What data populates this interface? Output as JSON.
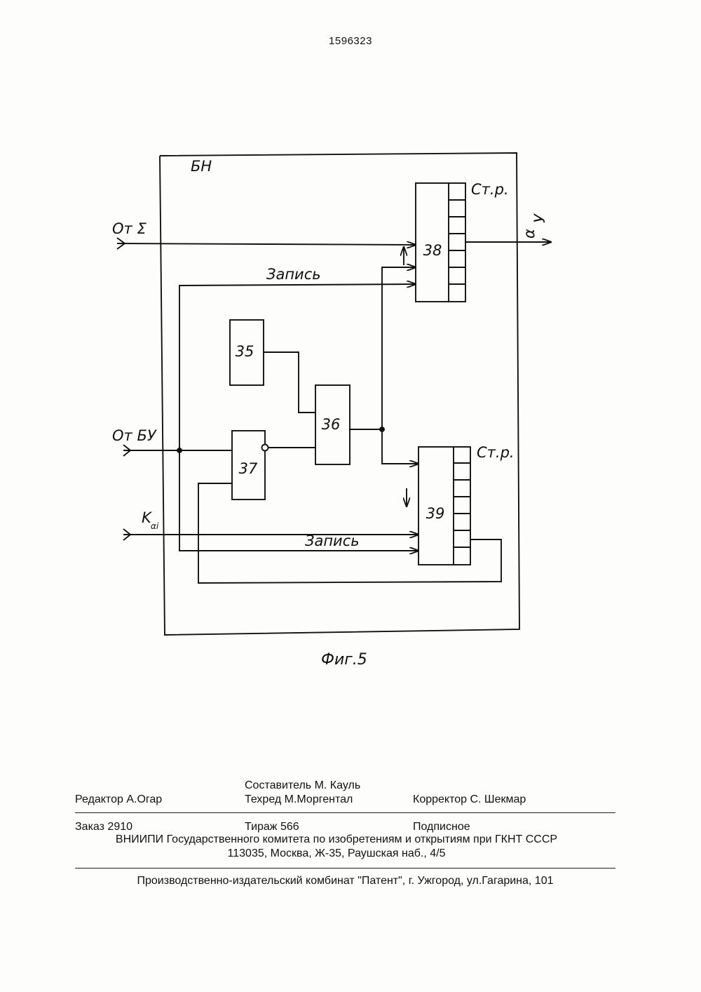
{
  "header": {
    "page_number": "1596323"
  },
  "diagram": {
    "block_label": "БН",
    "inputs": {
      "from_sigma": "От Σ",
      "from_bu": "От БУ",
      "k_main": "K",
      "k_sub": "αi"
    },
    "wire_labels": {
      "write_top": "Запись",
      "write_bottom": "Запись"
    },
    "output": {
      "alpha": "α",
      "y": "У"
    },
    "registers": [
      {
        "number": "38",
        "label": "Ст.р."
      },
      {
        "number": "39",
        "label": "Ст.р."
      }
    ],
    "blocks": [
      {
        "number": "35"
      },
      {
        "number": "36"
      },
      {
        "number": "37"
      }
    ],
    "caption": "Фиг.5"
  },
  "footer": {
    "compiler": "Составитель  М. Кауль",
    "editor": "Редактор  А.Огар",
    "techred": "Техред М.Моргентал",
    "corrector": "Корректор  С. Шекмар",
    "order": "Заказ  2910",
    "circulation": "Тираж 566",
    "subscription": "Подписное",
    "institute": "ВНИИПИ Государственного комитета по изобретениям и открытиям при ГКНТ СССР",
    "address": "113035, Москва, Ж-35, Раушская наб., 4/5",
    "publisher": "Производственно-издательский комбинат \"Патент\", г. Ужгород, ул.Гагарина, 101"
  }
}
